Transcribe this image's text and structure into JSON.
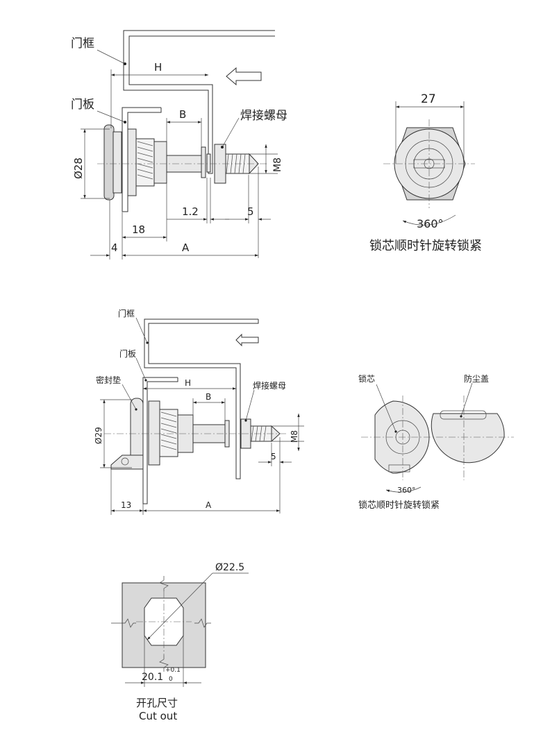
{
  "view1": {
    "door_frame": "门框",
    "door_panel": "门板",
    "weld_nut": "焊接螺母",
    "dim_h": "H",
    "dim_b": "B",
    "dim_dia": "Ø28",
    "dim_m8": "M8",
    "dim_1_2": "1.2",
    "dim_18": "18",
    "dim_5": "5",
    "dim_4": "4",
    "dim_a": "A"
  },
  "view2": {
    "dim_27": "27",
    "angle": "360°",
    "caption": "锁芯顺时针旋转锁紧"
  },
  "view3": {
    "door_frame": "门框",
    "door_panel": "门板",
    "seal": "密封垫",
    "weld_nut": "焊接螺母",
    "dim_h": "H",
    "dim_b": "B",
    "dim_dia": "Ø29",
    "dim_m8": "M8",
    "dim_5": "5",
    "dim_13": "13",
    "dim_a": "A"
  },
  "view4": {
    "lock_core": "锁芯",
    "dust_cover": "防尘盖",
    "angle": "360°",
    "caption": "锁芯顺时针旋转锁紧"
  },
  "view5": {
    "dim_dia": "Ø22.5",
    "dim_width": "20.1",
    "tol_upper": "+0.1",
    "tol_lower": "0",
    "title_cn": "开孔尺寸",
    "title_en": "Cut out"
  }
}
